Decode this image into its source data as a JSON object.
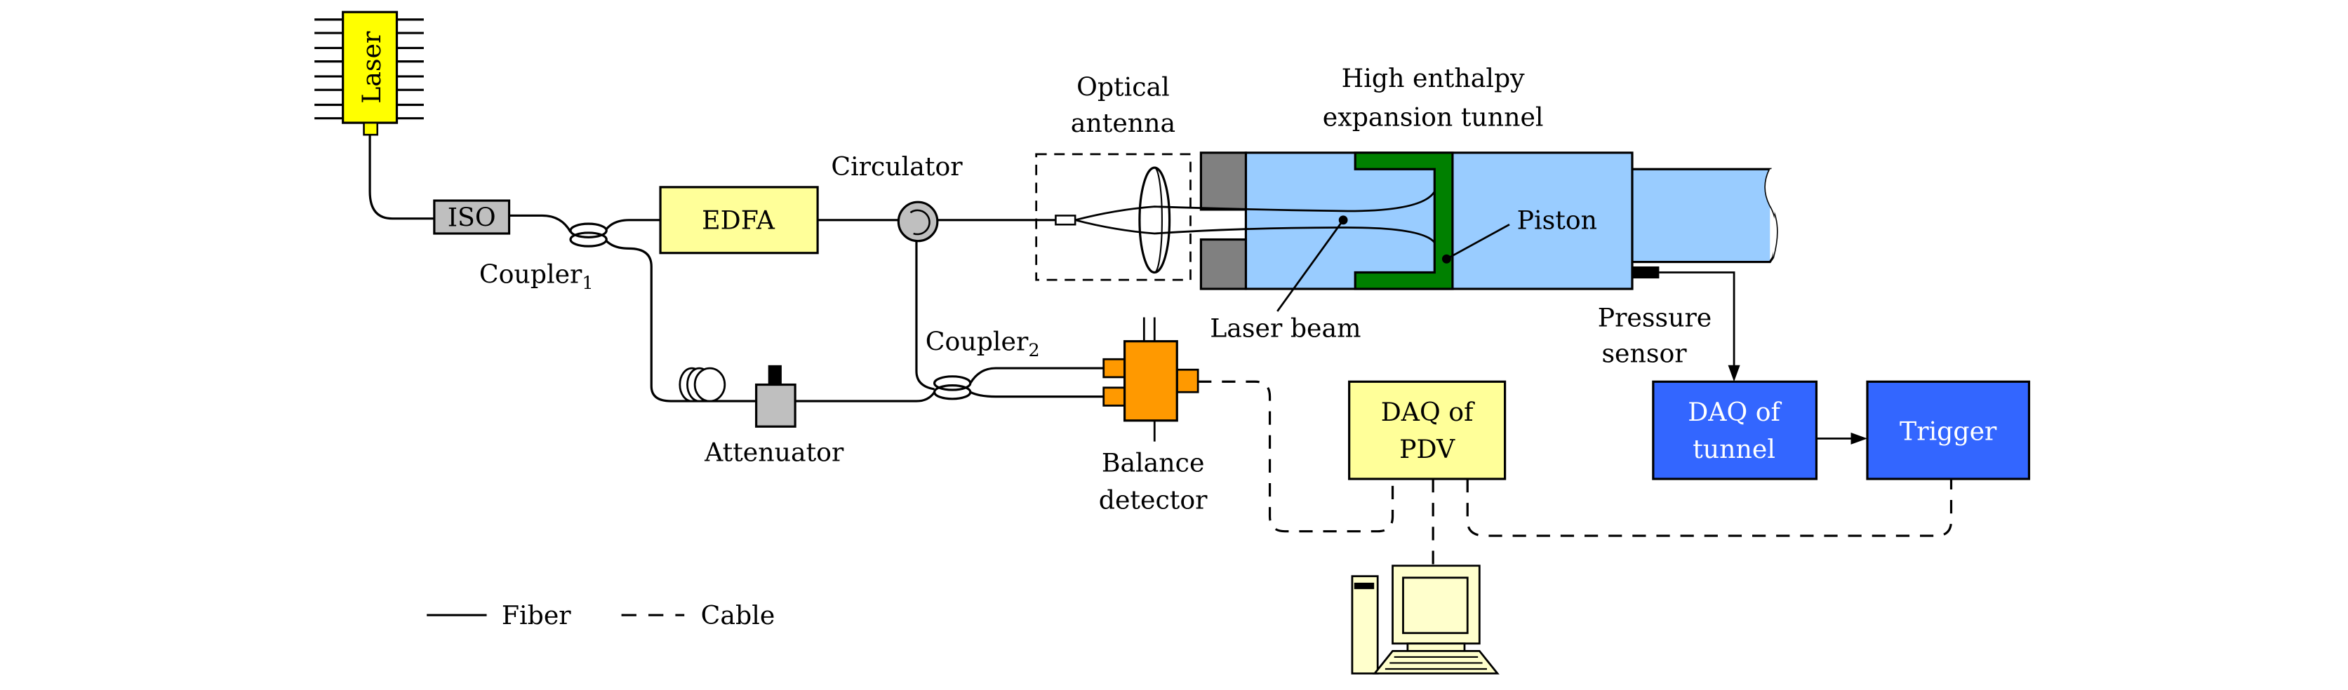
{
  "labels": {
    "laser": "Laser",
    "iso": "ISO",
    "coupler1": "Coupler",
    "coupler1_sub": "1",
    "edfa": "EDFA",
    "circulator": "Circulator",
    "optical_antenna": [
      "Optical",
      "antenna"
    ],
    "tunnel_title": [
      "High enthalpy",
      "expansion tunnel"
    ],
    "piston": "Piston",
    "laser_beam": "Laser beam",
    "pressure_sensor": [
      "Pressure",
      "sensor"
    ],
    "coupler2": "Coupler",
    "coupler2_sub": "2",
    "attenuator": "Attenuator",
    "balance_detector": [
      "Balance",
      "detector"
    ],
    "daq_pdv": [
      "DAQ of",
      "PDV"
    ],
    "daq_tunnel": [
      "DAQ of",
      "tunnel"
    ],
    "trigger": "Trigger"
  },
  "legend": {
    "fiber": "Fiber",
    "cable": "Cable"
  },
  "colors": {
    "laser": "#ffff00",
    "edfa": "#ffff99",
    "gray": "#bfbfbf",
    "tunnel": "#99ccff",
    "piston": "#008000",
    "detector": "#ff9900",
    "daq_blue": "#3366ff",
    "computer": "#ffffcc"
  }
}
